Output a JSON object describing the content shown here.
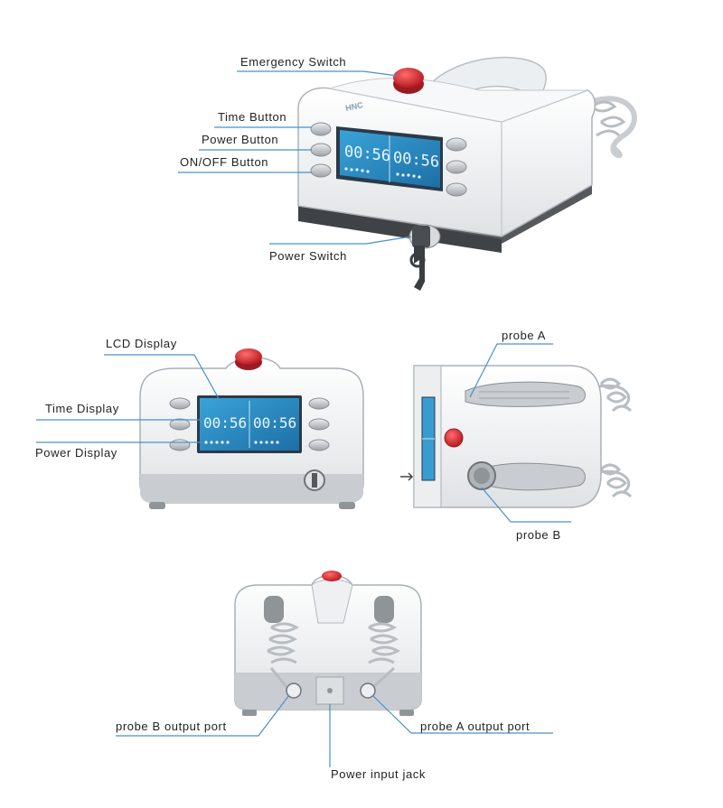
{
  "device_brand": "HNC",
  "lcd_time": "00:56",
  "labels": {
    "emergency_switch": "Emergency Switch",
    "time_button": "Time Button",
    "power_button": "Power Button",
    "onoff_button": "ON/OFF Button",
    "power_switch": "Power Switch",
    "lcd_display": "LCD Display",
    "time_display": "Time Display",
    "power_display": "Power Display",
    "probe_a": "probe A",
    "probe_b": "probe B",
    "probe_b_port": "probe B output port",
    "probe_a_port": "probe A output port",
    "power_input_jack": "Power input jack"
  },
  "colors": {
    "emergency": "#d8262e",
    "lcd": "#2a8cc4",
    "body": "#f4f5f6",
    "base": "#5a5d62",
    "leader": "#4a90c8"
  }
}
